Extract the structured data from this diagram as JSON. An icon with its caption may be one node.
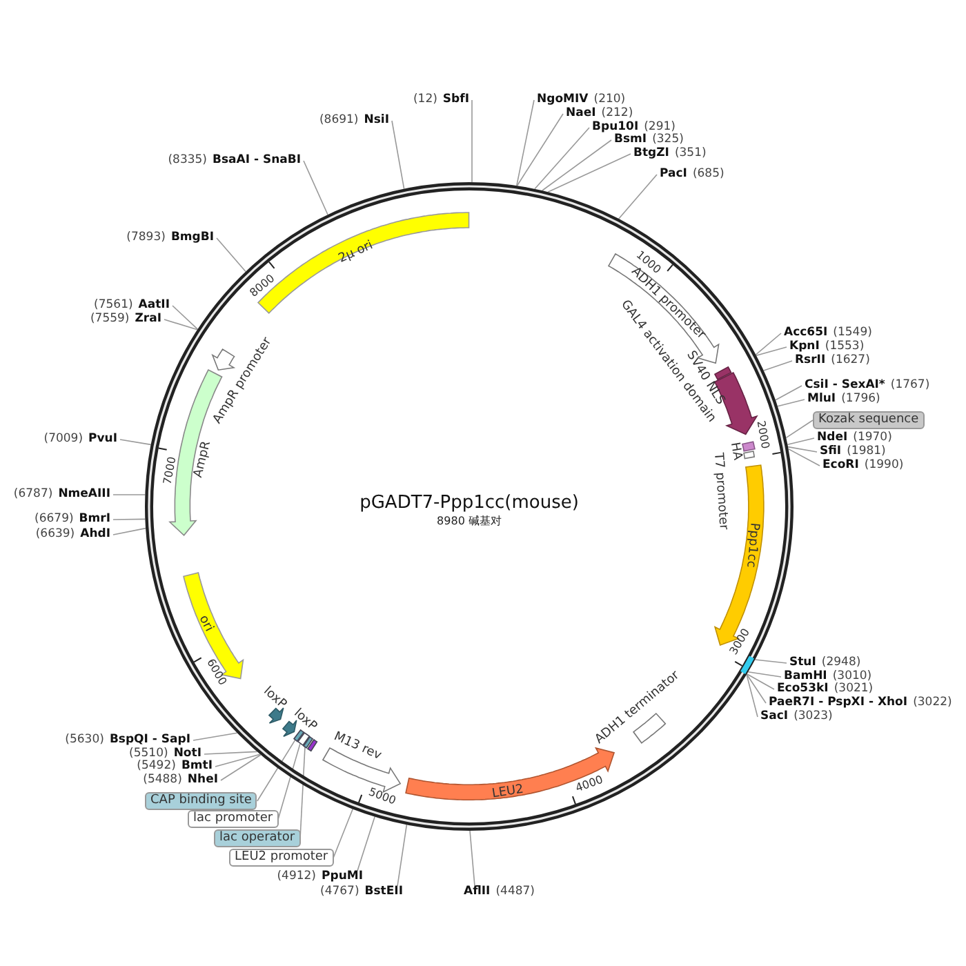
{
  "diagram": {
    "title": "pGADT7-Ppp1cc(mouse)",
    "nodes": [
      {
        "text": [],
        "shape": "circle"
      },
      {
        "text": [
          "2μ ori"
        ],
        "in": 0
      },
      {
        "text": [
          "AmpR promoter"
        ],
        "in": 0
      },
      {
        "text": [
          "AmpR"
        ],
        "in": 0
      },
      {
        "text": [
          "ori"
        ],
        "in": 0
      },
      {
        "text": [
          "loxP"
        ],
        "in": 0
      },
      {
        "text": [
          "loxP"
        ],
        "in": 0
      },
      {
        "text": [
          "M13 rev"
        ],
        "in": 0
      },
      {
        "text": [
          "LEU2"
        ],
        "in": 0
      },
      {
        "text": [
          "ADH1 terminator"
        ],
        "in": 0
      },
      {
        "text": [
          "Ppp1cc"
        ],
        "in": 0
      },
      {
        "text": [
          "T7 promoter"
        ],
        "in": 0
      },
      {
        "text": [
          "HA"
        ],
        "in": 0
      },
      {
        "text": [
          "GAL4 activation domain"
        ],
        "in": 0
      },
      {
        "text": [
          "SV40 NLS"
        ],
        "in": 0
      },
      {
        "text": [
          "ADH1 promoter"
        ],
        "in": 0
      },
      {
        "text": [],
        "shape": "box",
        "in": 0
      },
      {
        "text": [],
        "shape": "box",
        "in": 0
      },
      {
        "text": [],
        "shape": "box",
        "in": 0
      },
      {
        "text": [],
        "shape": "box",
        "in": 0
      },
      {
        "text": [
          "(12)",
          "SbfI"
        ]
      },
      {
        "text": [
          "(8691)",
          "NsiI"
        ]
      },
      {
        "text": [
          "(8335)",
          "BsaAI - SnaBI"
        ]
      },
      {
        "text": [
          "(7893)",
          "BmgBI"
        ]
      },
      {
        "text": [
          "(7561)",
          "AatII"
        ]
      },
      {
        "text": [
          "(7559)",
          "ZraI"
        ]
      },
      {
        "text": [
          "(7009)",
          "PvuI"
        ]
      },
      {
        "text": [
          "(6787)",
          "NmeAIII"
        ]
      },
      {
        "text": [
          "(6679)",
          "BmrI"
        ]
      },
      {
        "text": [
          "(6639)",
          "AhdI"
        ]
      },
      {
        "text": [
          "(5630)",
          "BspQI - SapI"
        ]
      },
      {
        "text": [
          "(5510)",
          "NotI"
        ]
      },
      {
        "text": [
          "(5492)",
          "BmtI"
        ]
      },
      {
        "text": [
          "(5488)",
          "NheI"
        ]
      },
      {
        "text": [
          "(4912)",
          "PpuMI"
        ]
      },
      {
        "text": [
          "(4767)",
          "BstEII"
        ]
      },
      {
        "text": [
          "AflII",
          "(4487)"
        ]
      },
      {
        "text": [
          "NgoMIV",
          "(210)"
        ]
      },
      {
        "text": [
          "NaeI",
          "(212)"
        ]
      },
      {
        "text": [
          "Bpu10I",
          "(291)"
        ]
      },
      {
        "text": [
          "BsmI",
          "(325)"
        ]
      },
      {
        "text": [
          "BtgZI",
          "(351)"
        ]
      },
      {
        "text": [
          "PacI",
          "(685)"
        ]
      },
      {
        "text": [
          "Acc65I",
          "(1549)"
        ]
      },
      {
        "text": [
          "KpnI",
          "(1553)"
        ]
      },
      {
        "text": [
          "RsrII",
          "(1627)"
        ]
      },
      {
        "text": [
          "CsiI - SexAI*",
          "(1767)"
        ]
      },
      {
        "text": [
          "MluI",
          "(1796)"
        ]
      },
      {
        "text": [
          "Kozak sequence"
        ]
      },
      {
        "text": [
          "NdeI",
          "(1970)"
        ]
      },
      {
        "text": [
          "SfiI",
          "(1981)"
        ]
      },
      {
        "text": [
          "EcoRI",
          "(1990)"
        ]
      },
      {
        "text": [
          "StuI",
          "(2948)"
        ]
      },
      {
        "text": [
          "BamHI",
          "(3010)"
        ]
      },
      {
        "text": [
          "Eco53kI",
          "(3021)"
        ]
      },
      {
        "text": [
          "PaeR7I - PspXI - XhoI",
          "(3022)"
        ]
      },
      {
        "text": [
          "SacI",
          "(3023)"
        ]
      },
      {
        "text": [
          "CAP binding site"
        ]
      },
      {
        "text": [
          "lac promoter"
        ]
      },
      {
        "text": [
          "lac operator"
        ]
      },
      {
        "text": [
          "LEU2 promoter"
        ]
      }
    ],
    "edges": [
      {
        "from": 20,
        "to": 0,
        "arrow": "none"
      },
      {
        "from": 21,
        "to": 0,
        "arrow": "none"
      },
      {
        "from": 22,
        "to": 0,
        "arrow": "none"
      },
      {
        "from": 23,
        "to": 0,
        "arrow": "none"
      },
      {
        "from": 24,
        "to": 0,
        "arrow": "none"
      },
      {
        "from": 25,
        "to": 0,
        "arrow": "none"
      },
      {
        "from": 26,
        "to": 0,
        "arrow": "none"
      },
      {
        "from": 27,
        "to": 0,
        "arrow": "none"
      },
      {
        "from": 28,
        "to": 0,
        "arrow": "none"
      },
      {
        "from": 29,
        "to": 0,
        "arrow": "none"
      },
      {
        "from": 30,
        "to": 0,
        "arrow": "none"
      },
      {
        "from": 31,
        "to": 0,
        "arrow": "none"
      },
      {
        "from": 32,
        "to": 0,
        "arrow": "none"
      },
      {
        "from": 33,
        "to": 0,
        "arrow": "none"
      },
      {
        "from": 34,
        "to": 0,
        "arrow": "none"
      },
      {
        "from": 35,
        "to": 0,
        "arrow": "none"
      },
      {
        "from": 36,
        "to": 0,
        "arrow": "none"
      },
      {
        "from": 37,
        "to": 0,
        "arrow": "none"
      },
      {
        "from": 38,
        "to": 0,
        "arrow": "none"
      },
      {
        "from": 39,
        "to": 0,
        "arrow": "none"
      },
      {
        "from": 40,
        "to": 0,
        "arrow": "none"
      },
      {
        "from": 41,
        "to": 0,
        "arrow": "none"
      },
      {
        "from": 42,
        "to": 0,
        "arrow": "none"
      },
      {
        "from": 43,
        "to": 0,
        "arrow": "none"
      },
      {
        "from": 44,
        "to": 0,
        "arrow": "none"
      },
      {
        "from": 45,
        "to": 0,
        "arrow": "none"
      },
      {
        "from": 46,
        "to": 0,
        "arrow": "none"
      },
      {
        "from": 47,
        "to": 0,
        "arrow": "none"
      },
      {
        "from": 48,
        "to": 0,
        "arrow": "none"
      },
      {
        "from": 49,
        "to": 0,
        "arrow": "none"
      },
      {
        "from": 50,
        "to": 0,
        "arrow": "none"
      },
      {
        "from": 51,
        "to": 0,
        "arrow": "none"
      },
      {
        "from": 52,
        "to": 0,
        "arrow": "none"
      },
      {
        "from": 53,
        "to": 0,
        "arrow": "none"
      },
      {
        "from": 54,
        "to": 0,
        "arrow": "none"
      },
      {
        "from": 55,
        "to": 0,
        "arrow": "none"
      },
      {
        "from": 56,
        "to": 0,
        "arrow": "none"
      },
      {
        "from": 57,
        "to": 16,
        "arrow": "none"
      },
      {
        "from": 58,
        "to": 17,
        "arrow": "none"
      },
      {
        "from": 59,
        "to": 18,
        "arrow": "none"
      },
      {
        "from": 60,
        "to": 0,
        "arrow": "none"
      }
    ],
    "labels": [
      "8980 碱基对",
      "1000",
      "2000",
      "3000",
      "4000",
      "5000",
      "6000",
      "7000",
      "8000"
    ]
  }
}
